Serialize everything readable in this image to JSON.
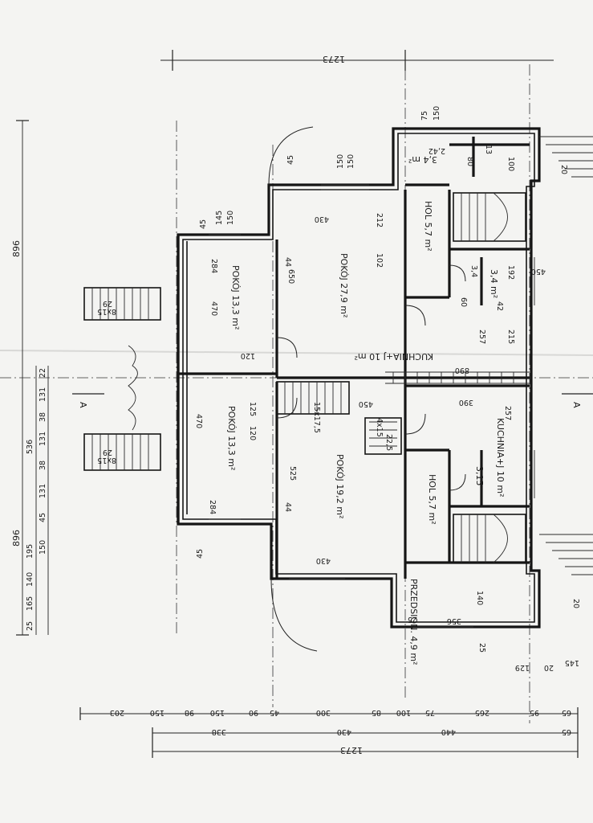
{
  "rooms": {
    "pokoj_top_left": "POKÓJ 13,3 m²",
    "pokoj_bottom_left": "POKÓJ 13,3 m²",
    "pokoj_top_center": "POKÓJ 27,9 m²",
    "pokoj_bottom_center": "POKÓJ 19,2 m²",
    "hol_top": "HOL 5,7 m²",
    "hol_bottom": "HOL 5,7 m²",
    "kuchnia_top": "KUCHNIA+J 10 m²",
    "kuchnia_bottom": "KUCHNIA+J 10 m²",
    "wc_top": "3,4 m²",
    "wc_bottom": "3,15",
    "small_top": "3,4 m²",
    "przedsionek": "PRZEDSION. 4,9 m²"
  },
  "dimensions": {
    "overall_width": "1273",
    "overall_width_bottom": "1273",
    "overall_height": "896",
    "overall_height_left": "896",
    "left_chain": [
      "165",
      "140",
      "25",
      "195",
      "150",
      "45",
      "131",
      "38",
      "536",
      "131",
      "38",
      "131",
      "22"
    ],
    "bottom_row1": [
      "203",
      "150",
      "98",
      "150",
      "90",
      "45",
      "300",
      "85",
      "100",
      "75",
      "265",
      "95",
      "65"
    ],
    "bottom_row2": [
      "338",
      "430",
      "440",
      "65"
    ],
    "top_small": [
      "75",
      "150",
      "150",
      "150",
      "145",
      "150",
      "45",
      "45"
    ],
    "room_labels": [
      "284",
      "284",
      "470",
      "470",
      "450",
      "120",
      "125",
      "120",
      "430",
      "430",
      "212",
      "102",
      "650",
      "525",
      "390",
      "890",
      "257",
      "257",
      "215",
      "192",
      "42",
      "2,42",
      "13",
      "100",
      "80",
      "60",
      "3,4",
      "140",
      "356",
      "25",
      "25",
      "129",
      "145",
      "20",
      "450",
      "45",
      "44",
      "44"
    ]
  },
  "stairs": {
    "entry_top": "8x15",
    "entry_top_b": "29",
    "entry_bottom": "8x15",
    "entry_bottom_b": "29",
    "main": "15x17,5",
    "main_b": "22,5",
    "side": "4x15",
    "right_top": "20",
    "right_bottom": "20"
  },
  "section_marks": [
    "A",
    "A"
  ]
}
